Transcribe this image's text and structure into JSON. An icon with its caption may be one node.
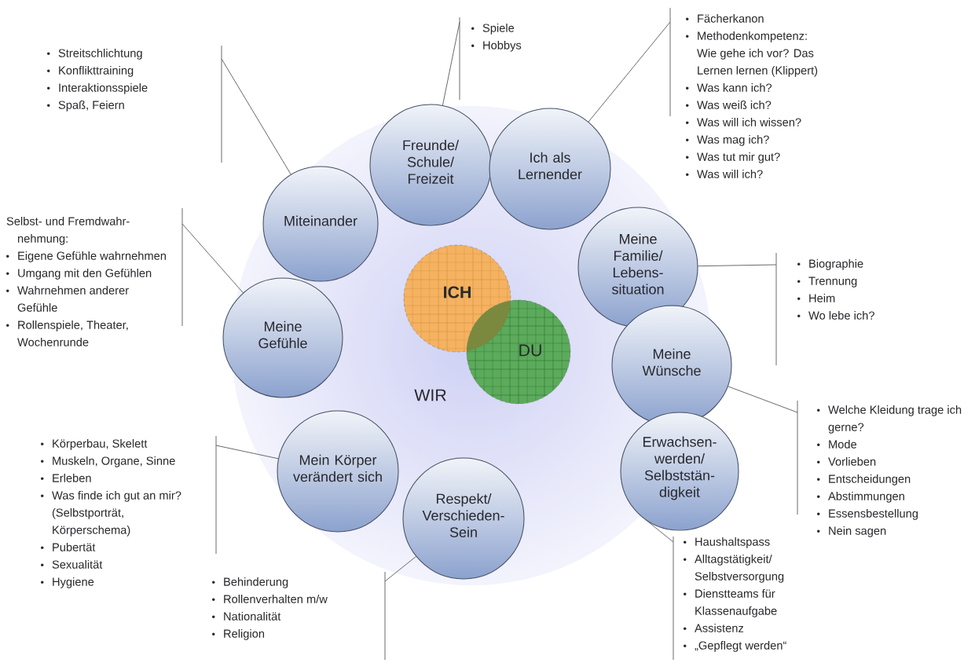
{
  "diagram": {
    "nodes": [
      {
        "text": [
          "WIR"
        ]
      },
      {
        "text": [
          "ICH"
        ],
        "in": 0
      },
      {
        "text": [
          "DU"
        ],
        "in": 0
      },
      {
        "text": [
          "Freunde/ Schule/ Freizeit"
        ]
      },
      {
        "text": [
          "Ich als Lernender"
        ]
      },
      {
        "text": [
          "Meine Familie/ Lebens- situation"
        ]
      },
      {
        "text": [
          "Meine Wünsche"
        ]
      },
      {
        "text": [
          "Erwachsen- werden/ Selbststän- digkeit"
        ]
      },
      {
        "text": [
          "Respekt/ Verschieden- Sein"
        ]
      },
      {
        "text": [
          "Mein Körper verändert sich"
        ]
      },
      {
        "text": [
          "Meine Gefühle"
        ]
      },
      {
        "text": [
          "Miteinander"
        ]
      },
      {
        "text": [
          "Streitschlichtung",
          "Konflikttraining",
          "Interaktionsspiele",
          "Spaß, Feiern"
        ]
      },
      {
        "text": [
          "Spiele",
          "Hobbys"
        ]
      },
      {
        "text": [
          "Fächerkanon",
          "Methodenkompetenz: Wie gehe ich vor? Das Lernen lernen (Klippert)",
          "Was kann ich?",
          "Was weiß ich?",
          "Was will ich wissen?",
          "Was mag ich?",
          "Was tut mir gut?",
          "Was will ich?"
        ]
      },
      {
        "text": [
          "Biographie",
          "Trennung",
          "Heim",
          "Wo lebe ich?"
        ]
      },
      {
        "text": [
          "Welche Kleidung trage ich gerne?",
          "Mode",
          "Vorlieben",
          "Entscheidungen",
          "Abstimmungen",
          "Essensbestellung",
          "Nein sagen"
        ]
      },
      {
        "text": [
          "Haushaltspass",
          "Alltagstätigkeit/ Selbstversorgung",
          "Dienstteams für Klassenaufgabe",
          "Assistenz",
          "„Gepflegt werden“"
        ]
      },
      {
        "text": [
          "Behinderung",
          "Rollenverhalten m/w",
          "Nationalität",
          "Religion"
        ]
      },
      {
        "text": [
          "Körperbau, Skelett",
          "Muskeln, Organe, Sinne",
          "Erleben",
          "Was finde ich gut an mir? (Selbstporträt, Körperschema)",
          "Pubertät",
          "Sexualität",
          "Hygiene"
        ]
      },
      {
        "text": [
          "Selbst- und Fremdwahr- nehmung:",
          "Eigene Gefühle wahrnehmen",
          "Umgang mit den Gefühlen",
          "Wahrnehmen anderer Gefühle",
          "Rollenspiele, Theater, Wochenrunde"
        ]
      }
    ],
    "edges": [
      {
        "from": 3,
        "to": 13,
        "arrow": "none"
      },
      {
        "from": 4,
        "to": 14,
        "arrow": "none"
      },
      {
        "from": 5,
        "to": 15,
        "arrow": "none"
      },
      {
        "from": 6,
        "to": 16,
        "arrow": "none"
      },
      {
        "from": 7,
        "to": 17,
        "arrow": "none"
      },
      {
        "from": 8,
        "to": 18,
        "arrow": "none"
      },
      {
        "from": 9,
        "to": 19,
        "arrow": "none"
      },
      {
        "from": 10,
        "to": 20,
        "arrow": "none"
      },
      {
        "from": 11,
        "to": 12,
        "arrow": "none"
      }
    ]
  }
}
